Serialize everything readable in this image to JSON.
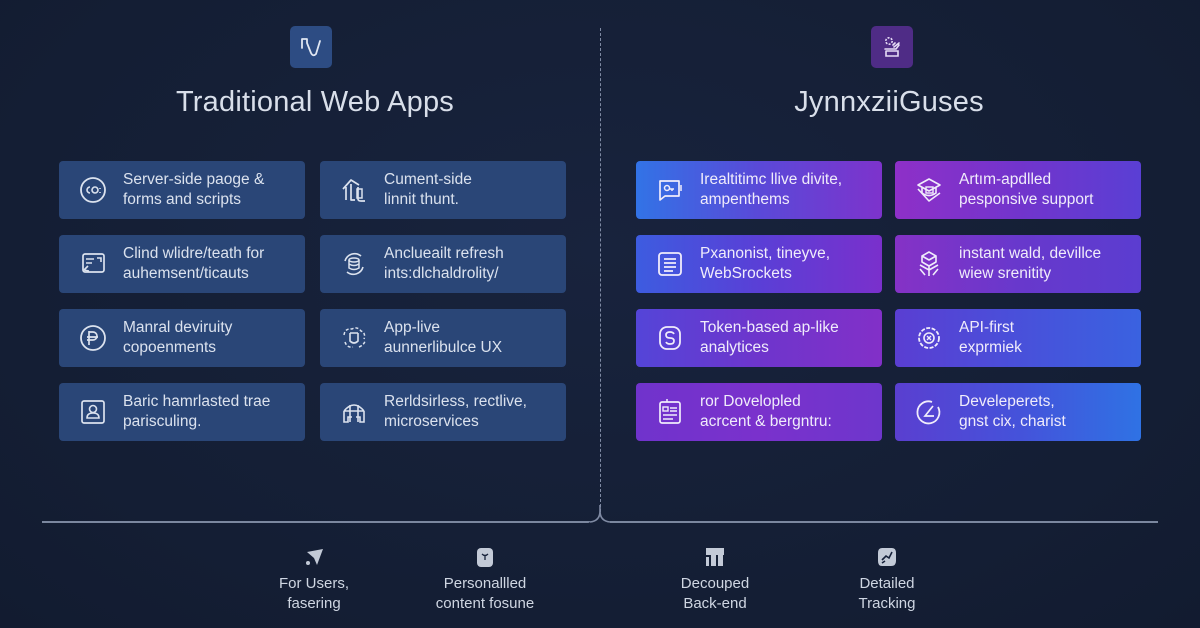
{
  "colors": {
    "background": "#16213a",
    "traditional_card": "#2a4677",
    "traditional_logo": "#2d4c83",
    "modern_logo": "#4f2c86",
    "gradient_blue": "#3273e6",
    "gradient_purple": "#8e30c8",
    "divider": "#7f8aa3",
    "text": "#dde3ee"
  },
  "left_panel": {
    "logo_icon": "rv-logo-icon",
    "title": "Traditional Web Apps",
    "cards": [
      {
        "icon": "chat-circle-icon",
        "line1": "Server-side paoge &",
        "line2": "forms and scripts"
      },
      {
        "icon": "building-icon",
        "line1": "Cument-side",
        "line2": "linnit thunt."
      },
      {
        "icon": "form-reply-icon",
        "line1": "Clind wlidre/teath for",
        "line2": "auhemsent/ticauts"
      },
      {
        "icon": "refresh-database-icon",
        "line1": "Anclueailt refresh",
        "line2": "ints:dlchaldrolity/"
      },
      {
        "icon": "currency-circle-icon",
        "line1": "Manral deviruity",
        "line2": "copoenments"
      },
      {
        "icon": "cloud-cup-icon",
        "line1": "App-live",
        "line2": "aunnerlibulce UX"
      },
      {
        "icon": "user-frame-icon",
        "line1": "Baric hamrlasted trae",
        "line2": "parisculing."
      },
      {
        "icon": "network-house-icon",
        "line1": "Rerldsirless, rectlive,",
        "line2": "microservices"
      }
    ]
  },
  "right_panel": {
    "logo_icon": "gear-cart-icon",
    "title": "JynnxziiGuses",
    "cards": [
      {
        "icon": "chat-key-icon",
        "line1": "Irealtitimc llive divite,",
        "line2": "ampenthems"
      },
      {
        "icon": "graduation-cube-icon",
        "line1": "Artım-apdlled",
        "line2": "pesponsive support"
      },
      {
        "icon": "document-lines-icon",
        "line1": "Pxanonist, tineyve,",
        "line2": "WebSrockets"
      },
      {
        "icon": "cubes-stack-icon",
        "line1": "instant wald, devillce",
        "line2": "wiew srenitity"
      },
      {
        "icon": "token-s-icon",
        "line1": "Token-based ap-like",
        "line2": "analytices"
      },
      {
        "icon": "gear-api-icon",
        "line1": "API-first",
        "line2": "exprmiek"
      },
      {
        "icon": "id-card-icon",
        "line1": "ror Dovelopled",
        "line2": "acrcent & bergntru:"
      },
      {
        "icon": "clock-gauge-icon",
        "line1": "Develeperets,",
        "line2": "gnst cix, charist"
      }
    ]
  },
  "features": [
    {
      "icon": "send-plane-icon",
      "line1": "For Users,",
      "line2": "fasering"
    },
    {
      "icon": "shield-box-icon",
      "line1": "Personallled",
      "line2": "content fosune"
    },
    {
      "icon": "modules-icon",
      "line1": "Decouped",
      "line2": "Back-end"
    },
    {
      "icon": "tracking-badge-icon",
      "line1": "Detailed",
      "line2": "Tracking"
    }
  ]
}
